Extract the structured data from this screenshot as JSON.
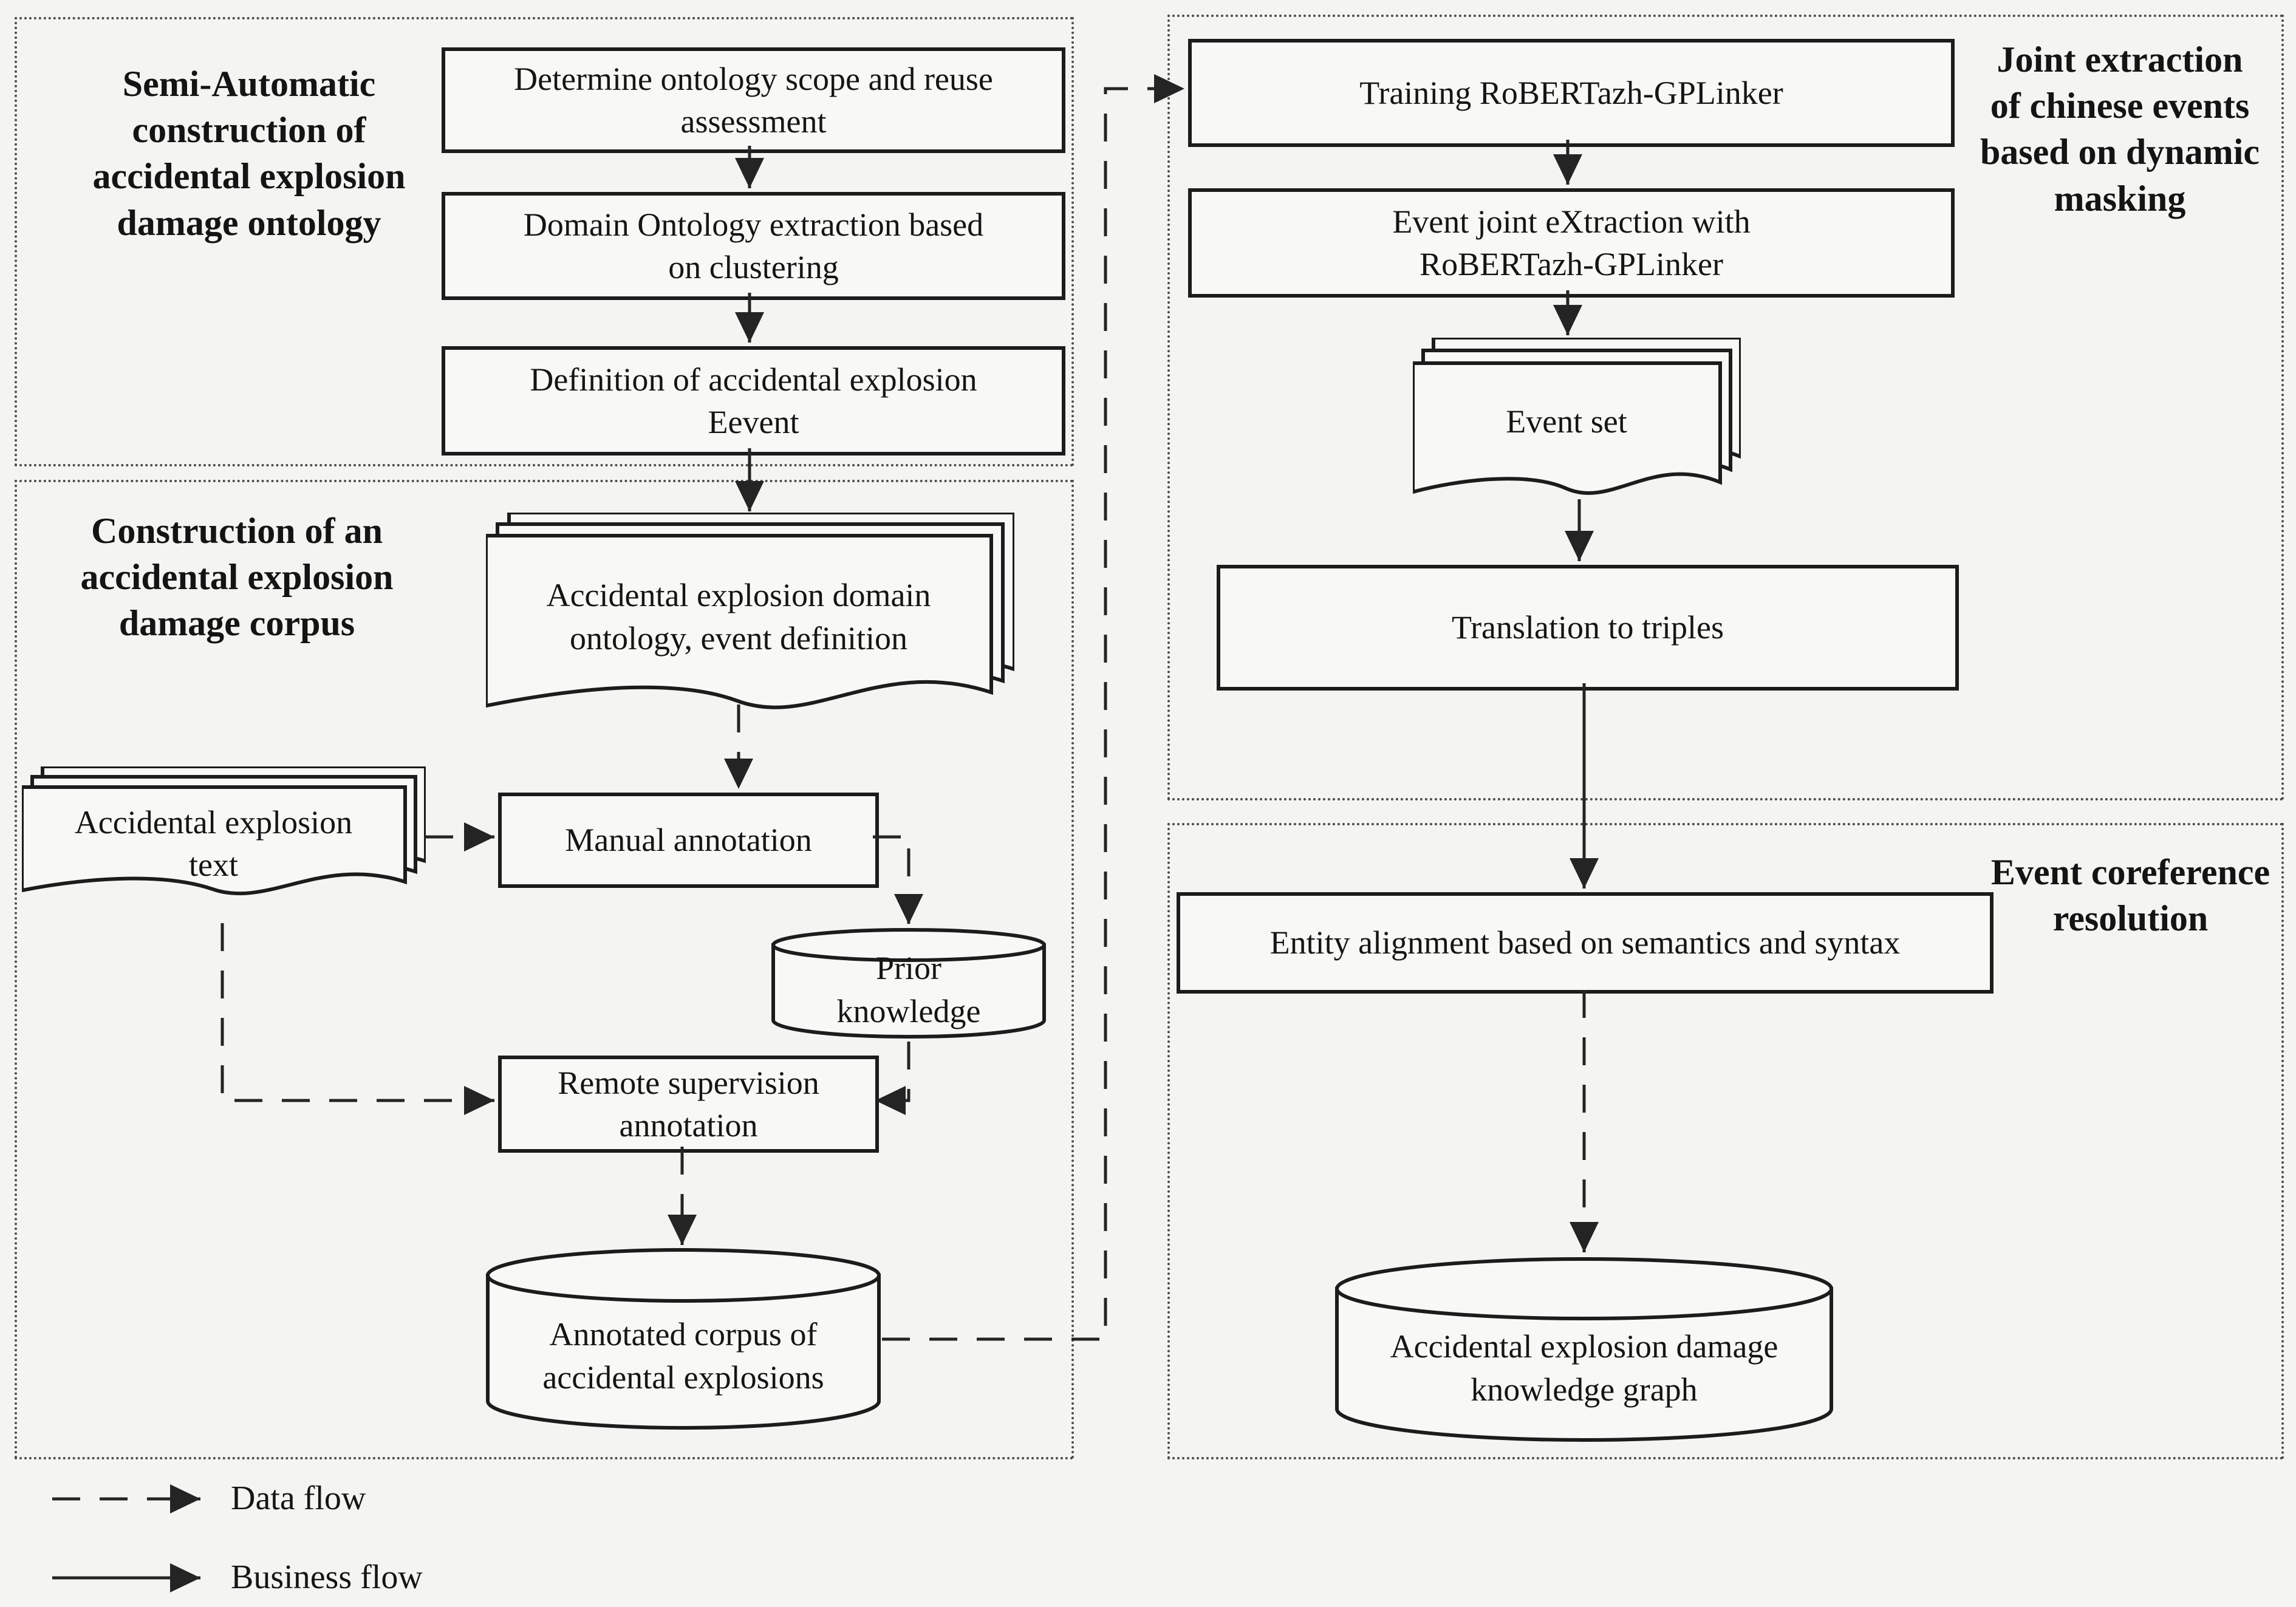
{
  "figure": {
    "title": "Accidental explosion damage knowledge graph construction flowchart",
    "background": "#f4f4f2",
    "stroke_color": "#242424",
    "shape_fill": "#f8f8f7",
    "panel_border_color": "#4b4b4b",
    "text_color": "#151515"
  },
  "section_labels": {
    "semi_auto": {
      "lines": [
        "Semi-Automatic",
        "construction of",
        "accidental explosion",
        "damage ontology"
      ]
    },
    "corpus": {
      "lines": [
        "Construction of an",
        "accidental explosion",
        "damage corpus"
      ]
    },
    "joint": {
      "lines": [
        "Joint extraction",
        "of chinese events",
        "based on dynamic",
        "masking"
      ]
    },
    "coref": {
      "lines": [
        "Event coreference",
        "resolution"
      ]
    }
  },
  "nodes": {
    "determine": {
      "shape": "process",
      "lines": [
        "Determine ontology scope and reuse",
        "assessment"
      ]
    },
    "domain": {
      "shape": "process",
      "lines": [
        "Domain Ontology extraction based",
        "on clustering"
      ]
    },
    "definition": {
      "shape": "process",
      "lines": [
        "Definition of accidental explosion",
        "Eevent"
      ]
    },
    "ont_doc": {
      "shape": "document-stack",
      "lines": [
        "Accidental explosion domain",
        "ontology, event definition"
      ]
    },
    "text_doc": {
      "shape": "document-stack",
      "lines": [
        "Accidental explosion",
        "text"
      ]
    },
    "manual": {
      "shape": "process",
      "lines": [
        "Manual annotation"
      ]
    },
    "prior": {
      "shape": "database",
      "lines": [
        "Prior",
        "knowledge"
      ]
    },
    "remote": {
      "shape": "process",
      "lines": [
        "Remote supervision",
        "annotation"
      ]
    },
    "corpus_db": {
      "shape": "database",
      "lines": [
        "Annotated corpus of",
        "accidental explosions"
      ]
    },
    "training": {
      "shape": "process",
      "lines": [
        "Training RoBERTazh-GPLinker"
      ]
    },
    "joint_x": {
      "shape": "process",
      "lines": [
        "Event joint eXtraction with",
        "RoBERTazh-GPLinker"
      ]
    },
    "event_set": {
      "shape": "document-stack",
      "lines": [
        "Event set"
      ]
    },
    "translation": {
      "shape": "process",
      "lines": [
        "Translation to triples"
      ]
    },
    "entity": {
      "shape": "process",
      "lines": [
        "Entity alignment based on semantics and syntax"
      ]
    },
    "kg_db": {
      "shape": "database",
      "lines": [
        "Accidental explosion damage",
        "knowledge graph"
      ]
    }
  },
  "edges": [
    {
      "from": "determine",
      "to": "domain",
      "type": "business"
    },
    {
      "from": "domain",
      "to": "definition",
      "type": "business"
    },
    {
      "from": "definition",
      "to": "ont_doc",
      "type": "business"
    },
    {
      "from": "ont_doc",
      "to": "manual",
      "type": "data"
    },
    {
      "from": "text_doc",
      "to": "manual",
      "type": "data"
    },
    {
      "from": "manual",
      "to": "prior",
      "type": "data"
    },
    {
      "from": "text_doc",
      "to": "remote",
      "type": "data"
    },
    {
      "from": "prior",
      "to": "remote",
      "type": "data"
    },
    {
      "from": "remote",
      "to": "corpus_db",
      "type": "data"
    },
    {
      "from": "corpus_db",
      "to": "training",
      "type": "data"
    },
    {
      "from": "training",
      "to": "joint_x",
      "type": "business"
    },
    {
      "from": "joint_x",
      "to": "event_set",
      "type": "business"
    },
    {
      "from": "event_set",
      "to": "translation",
      "type": "business"
    },
    {
      "from": "translation",
      "to": "entity",
      "type": "business"
    },
    {
      "from": "entity",
      "to": "kg_db",
      "type": "data"
    }
  ],
  "legend": {
    "data_flow": "Data flow",
    "business_flow": "Business flow"
  }
}
